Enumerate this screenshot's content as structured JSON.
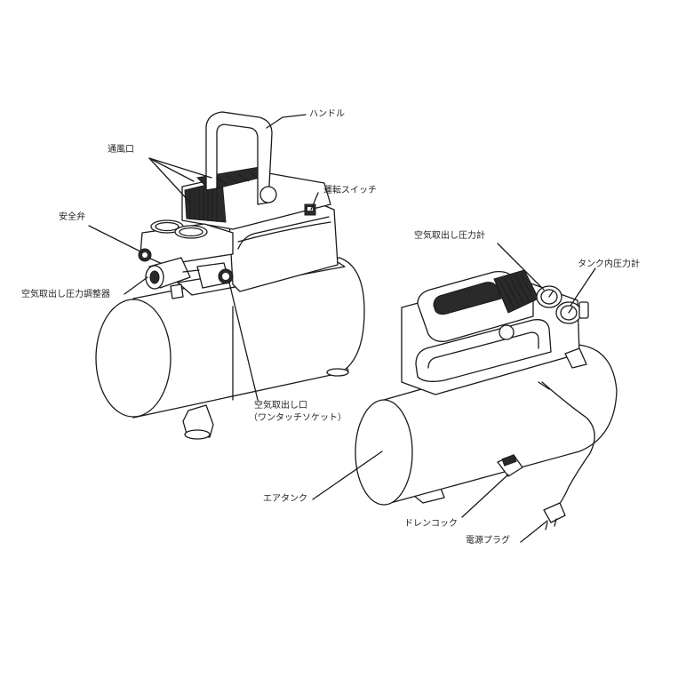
{
  "labels": {
    "handle": "ハンドル",
    "vent": "通風口",
    "run_switch": "運転スイッチ",
    "safety_valve": "安全弁",
    "outlet_regulator": "空気取出し圧力調整器",
    "outlet_line1": "空気取出し口",
    "outlet_line2": "（ワンタッチソケット）",
    "air_tank": "エアタンク",
    "outlet_gauge": "空気取出し圧力計",
    "tank_gauge": "タンク内圧力計",
    "drain_cock": "ドレンコック",
    "power_plug": "電源プラグ"
  },
  "colors": {
    "line": "#1a1a1a",
    "text": "#222222",
    "background": "#ffffff"
  }
}
